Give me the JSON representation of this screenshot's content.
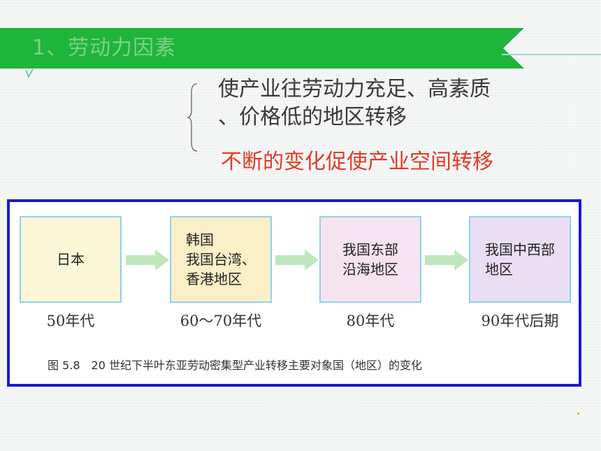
{
  "header": {
    "title": "1、劳动力因素"
  },
  "description": {
    "line1": "使产业往劳动力充足、高素质",
    "line2": "、价格低的地区转移"
  },
  "highlight": {
    "text": "不断的变化促使产业空间转移"
  },
  "figure": {
    "stages": [
      {
        "name": "日本",
        "period": "50年代",
        "fill": "#fbf6d7"
      },
      {
        "name": "韩国\n我国台湾、\n香港地区",
        "period": "60～70年代",
        "fill": "#fbefc7"
      },
      {
        "name": "我国东部\n沿海地区",
        "period": "80年代",
        "fill": "#f6e3ef"
      },
      {
        "name": "我国中西部\n地区",
        "period": "90年代后期",
        "fill": "#e9def3"
      }
    ],
    "caption": "图 5.8　20 世纪下半叶东亚劳动密集型产业转移主要对象国（地区）的变化"
  },
  "colors": {
    "header_band": "#1fb53a",
    "highlight": "#e23b26",
    "panel_border": "#1a1ad6",
    "arrow": "#bfe7bd"
  }
}
